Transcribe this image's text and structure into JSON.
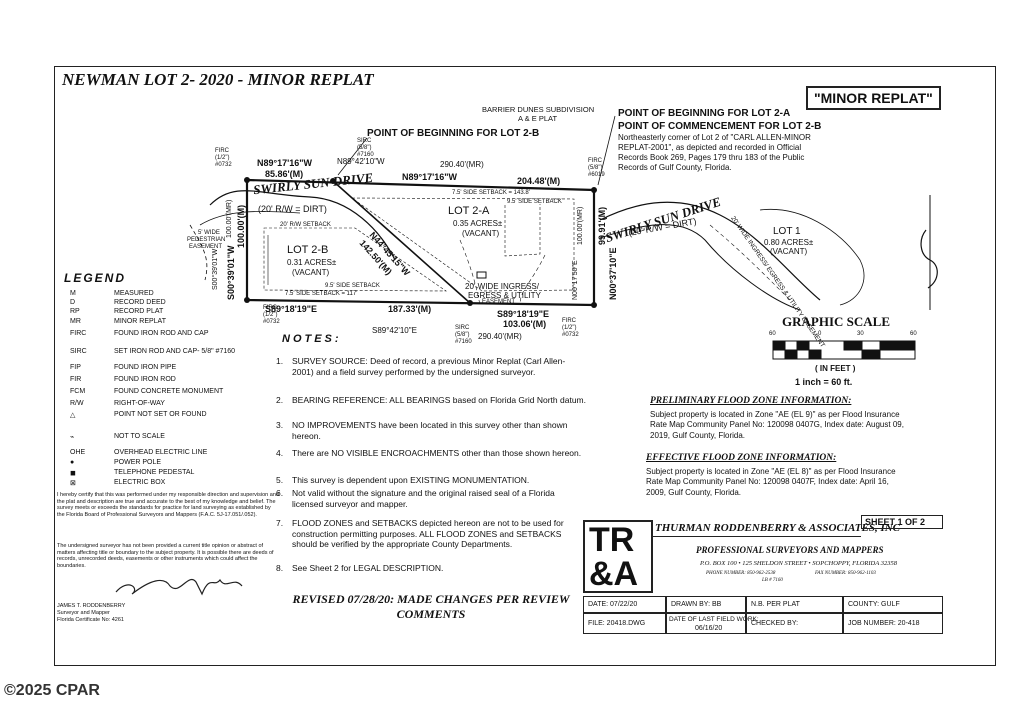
{
  "title": "NEWMAN LOT 2- 2020 - MINOR REPLAT",
  "stamp": "\"MINOR REPLAT\"",
  "plat": {
    "barrier": "BARRIER DUNES SUBDIVISION",
    "barrier2": "A & E PLAT",
    "pob_2b": "POINT OF BEGINNING FOR LOT 2-B",
    "pob_2a_1": "POINT OF BEGINNING FOR LOT 2-A",
    "pob_2a_2": "POINT OF COMMENCEMENT FOR LOT 2-B",
    "pob_desc": [
      "Northeasterly corner of Lot 2 of \"CARL ALLEN-MINOR",
      "REPLAT-2001\", as depicted and recorded in Official",
      "Records Book 269, Pages 179 thru 183 of the Public",
      "Records of Gulf County, Florida."
    ],
    "b_n1": "N89°17'16\"W",
    "b_n1d": "85.86'(M)",
    "b_n2": "N89°42'10\"W",
    "b_n2d": "290.40'(MR)",
    "b_n3": "N89°17'16\"W",
    "b_n3d": "204.48'(M)",
    "b_s1": "S89°18'19\"E",
    "b_s1d": "187.33'(M)",
    "b_s2": "S89°18'19\"E",
    "b_s2d": "103.06'(M)",
    "b_s3": "S89°42'10\"E",
    "b_s3d": "290.40'(MR)",
    "b_diag": "N44°45'15\"W",
    "b_diagd": "142.50'(M)",
    "b_w1": "S00°39'01\"W",
    "b_w1d": "100.00'(M)",
    "b_w2": "S00°39'01\"W",
    "b_w2d": "100.00'(MR)",
    "b_e1": "N00°37'10\"E",
    "b_e1d": "99.91'(M)",
    "b_e2": "N00°17'50\"E",
    "b_e2d": "100.00'(MR)",
    "firc1": "FIRC (1/2\") #0732",
    "sirc1": "SIRC (5/8\") #7160",
    "firc2": "FIRC (5/8\") #6019",
    "firc3": "FIRC (1/2\") #0732",
    "firc4": "FIRC (1/2\") #0732",
    "sirc2": "SIRC (5/8\") #7160",
    "street1": "SWIRLY SUN DRIVE",
    "street1_rw": "(20' R/W = DIRT)",
    "street2": "SWIRLY SUN DRIVE",
    "street2_rw": "(20' R/W = DIRT)",
    "lot2a": "LOT 2-A",
    "lot2a_area": "0.35 ACRES±",
    "lot2a_vac": "(VACANT)",
    "lot2b": "LOT 2-B",
    "lot2b_area": "0.31 ACRES±",
    "lot2b_vac": "(VACANT)",
    "lot1": "LOT 1",
    "lot1_area": "0.80 ACRES±",
    "lot1_vac": "(VACANT)",
    "setback_side_1": "7.5' SIDE SETBACK = 143.8'",
    "setback_side_2": "9.5' SIDE SETBACK",
    "setback_side_3": "7.5' SIDE SETBACK = 117'",
    "setback_side_4": "9.5' SIDE SETBACK",
    "setback_rw": "20' R/W SETBACK",
    "easement1": "20' WIDE INGRESS/",
    "easement2": "EGRESS & UTILITY",
    "easement3": "EASEMENT",
    "ped1": "5' WIDE",
    "ped2": "PEDESTRIAN",
    "ped3": "EASEMENT",
    "lot1_ease": "20' WIDE INGRESS/ EGRESS & UTILITY EASEMENT"
  },
  "legend": {
    "title": "LEGEND",
    "items": [
      {
        "abbr": "M",
        "text": "MEASURED"
      },
      {
        "abbr": "D",
        "text": "RECORD DEED"
      },
      {
        "abbr": "RP",
        "text": "RECORD PLAT"
      },
      {
        "abbr": "MR",
        "text": "MINOR REPLAT"
      },
      {
        "abbr": "FIRC",
        "text": "FOUND IRON ROD AND CAP"
      },
      {
        "abbr": "SIRC",
        "text": "SET IRON ROD AND CAP- 5/8\" #7160"
      },
      {
        "abbr": "FIP",
        "text": "FOUND IRON PIPE"
      },
      {
        "abbr": "FIR",
        "text": "FOUND IRON ROD"
      },
      {
        "abbr": "FCM",
        "text": "FOUND CONCRETE MONUMENT"
      },
      {
        "abbr": "R/W",
        "text": "RIGHT-OF-WAY"
      },
      {
        "abbr": "△",
        "text": "POINT NOT SET OR FOUND"
      },
      {
        "abbr": "⌁",
        "text": "NOT TO SCALE"
      },
      {
        "abbr": "OHE",
        "text": "OVERHEAD ELECTRIC LINE"
      },
      {
        "abbr": "●",
        "text": "POWER POLE"
      },
      {
        "abbr": "◼",
        "text": "TELEPHONE PEDESTAL"
      },
      {
        "abbr": "⊠",
        "text": "ELECTRIC BOX"
      }
    ]
  },
  "certification": "I hereby certify that this was performed under my responsible direction and supervision and the plat and description are true and accurate to the best of my knowledge and belief. The survey meets or exceeds the standards for practice for land surveying as established by the Florida Board of Professional Surveyors and Mappers (F.A.C. 5J-17.051/.052).",
  "disclaimer": "The undersigned surveyor has not been provided a current title opinion or abstract of matters affecting title or boundary to the subject property. It is possible there are deeds of records, unrecorded deeds, easements or other instruments which could affect the boundaries.",
  "surveyor": {
    "name": "JAMES T. RODDENBERRY",
    "role": "Surveyor and Mapper",
    "cert": "Florida Certificate No: 4261"
  },
  "notes": {
    "title": "NOTES:",
    "items": [
      {
        "n": "1.",
        "text": "SURVEY SOURCE: Deed of record, a previous Minor Replat (Carl Allen-2001) and a field survey performed by the undersigned surveyor."
      },
      {
        "n": "2.",
        "text": "BEARING REFERENCE: ALL BEARINGS based on Florida Grid North datum."
      },
      {
        "n": "3.",
        "text": "NO IMPROVEMENTS have been located in this survey other than shown hereon."
      },
      {
        "n": "4.",
        "text": "There are NO VISIBLE ENCROACHMENTS other than those shown hereon."
      },
      {
        "n": "5.",
        "text": "This survey is dependent upon EXISTING MONUMENTATION."
      },
      {
        "n": "6.",
        "text": "Not valid without the signature and the original raised seal of a Florida licensed surveyor and mapper."
      },
      {
        "n": "7.",
        "text": "FLOOD ZONES and SETBACKS depicted hereon are not to be used for construction permitting purposes. ALL FLOOD ZONES and SETBACKS should be verified by the appropriate County Departments."
      },
      {
        "n": "8.",
        "text": "See Sheet 2 for LEGAL DESCRIPTION."
      }
    ]
  },
  "revised": "REVISED 07/28/20: MADE CHANGES PER REVIEW COMMENTS",
  "flood_prelim": {
    "title": "PRELIMINARY FLOOD ZONE INFORMATION:",
    "text": "Subject property is located in Zone \"AE (EL 9)\" as per Flood Insurance Rate Map Community Panel No: 120098 0407G, Index date: August 09, 2019, Gulf County, Florida."
  },
  "flood_eff": {
    "title": "EFFECTIVE FLOOD ZONE INFORMATION:",
    "text": "Subject property is located in Zone \"AE (EL 8)\" as per Flood Insurance Rate Map Community Panel No: 120098 0407F, Index date: April 16, 2009, Gulf County, Florida."
  },
  "scale": {
    "title": "GRAPHIC SCALE",
    "t0": "60",
    "t1": "0",
    "t2": "30",
    "t3": "60",
    "unit": "( IN FEET )",
    "ratio": "1 inch = 60  ft."
  },
  "titleblock": {
    "logo1": "TR",
    "logo2": "&A",
    "company": "THURMAN RODDENBERRY & ASSOCIATES, INC",
    "sheet": "SHEET 1 OF 2",
    "subtitle": "PROFESSIONAL SURVEYORS AND MAPPERS",
    "address": "P.O. BOX 100  •  125 SHELDON STREET  •  SOPCHOPPY, FLORIDA 32358",
    "phone": "PHONE NUMBER: 850-962-2538",
    "fax": "FAX NUMBER: 850-962-1103",
    "lb": "LB # 7160",
    "date": "DATE: 07/22/20",
    "drawn": "DRAWN BY: BB",
    "nb": "N.B. PER PLAT",
    "county": "COUNTY: GULF",
    "file": "FILE: 20418.DWG",
    "last_field_1": "DATE OF LAST FIELD WORK:",
    "last_field_2": "06/16/20",
    "checked": "CHECKED BY:",
    "job": "JOB NUMBER: 20-418"
  },
  "copyright": "©2025 CPAR"
}
